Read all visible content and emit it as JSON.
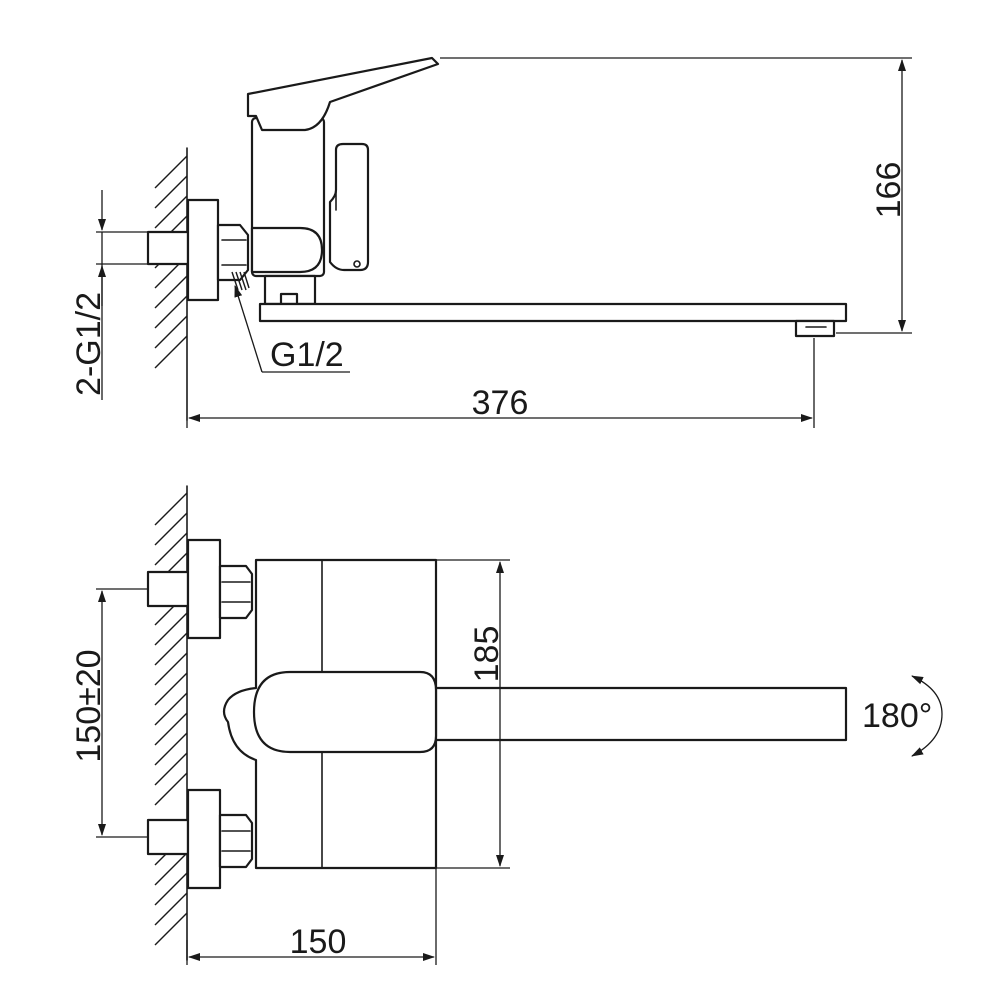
{
  "drawing": {
    "side_view": {
      "dim_height": "166",
      "dim_length": "376",
      "dim_inlet_thread": "2-G1/2",
      "dim_outlet_thread": "G1/2"
    },
    "top_view": {
      "dim_inlet_spacing": "150±20",
      "dim_body_height": "185",
      "dim_spout_reach": "150",
      "dim_rotation": "180°"
    }
  }
}
